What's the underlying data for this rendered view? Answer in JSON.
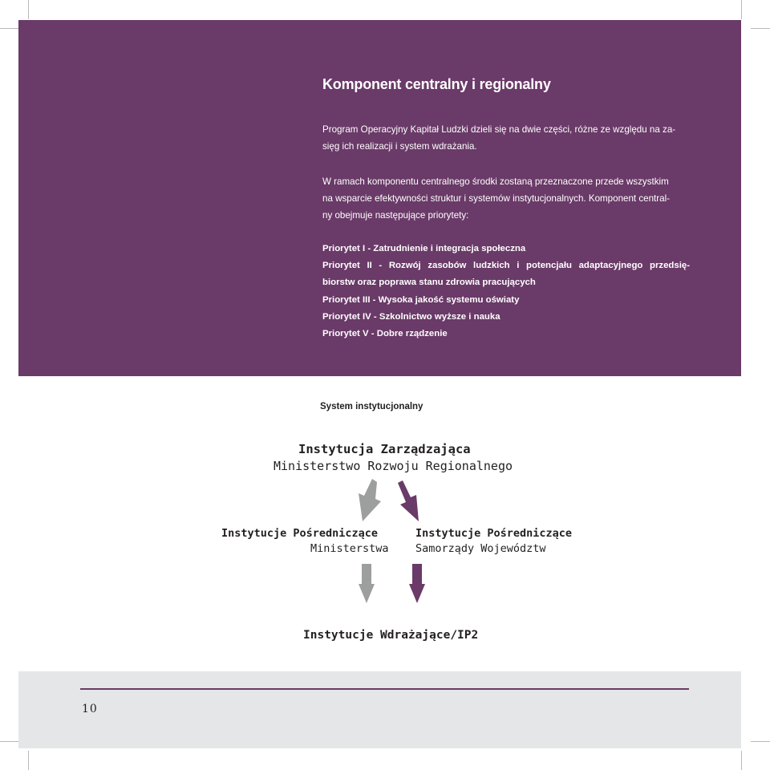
{
  "intro": {
    "title": "Komponent centralny i regionalny",
    "para1": [
      "Program Operacyjny Kapitał Ludzki dzieli się na dwie części, różne ze względu na za-",
      "sięg ich realizacji i system wdrażania."
    ],
    "para2": [
      "W ramach komponentu centralnego środki zostaną przeznaczone przede wszystkim",
      "na wsparcie efektywności struktur i systemów instytucjonalnych. Komponent central-",
      "ny obejmuje następujące priorytety:"
    ],
    "priorities": [
      "Priorytet I - Zatrudnienie i integracja społeczna",
      "Priorytet II - Rozwój zasobów ludzkich i potencjału adaptacyjnego przedsię-",
      "biorstw oraz poprawa stanu zdrowia pracujących",
      "Priorytet III - Wysoka jakość systemu oświaty",
      "Priorytet IV - Szkolnictwo wyższe i nauka",
      "Priorytet V - Dobre rządzenie"
    ]
  },
  "system": {
    "heading": "System instytucjonalny",
    "managing": {
      "title": "Instytucja Zarządzająca",
      "subtitle": "Ministerstwo Rozwoju Regionalnego"
    },
    "intermediate_left": {
      "title": "Instytucje Pośredniczące",
      "subtitle": "Ministerstwa"
    },
    "intermediate_right": {
      "title": "Instytucje Pośredniczące",
      "subtitle": "Samorządy Województw"
    },
    "implementing": {
      "title": "Instytucje Wdrażające/IP2"
    },
    "colors": {
      "grey_arrow": "#9d9e9e",
      "purple_arrow": "#6a3a68"
    }
  },
  "footer": {
    "page_number": "10"
  },
  "colors": {
    "brand_purple": "#6a3a68",
    "footer_grey": "#e5e6e7"
  }
}
